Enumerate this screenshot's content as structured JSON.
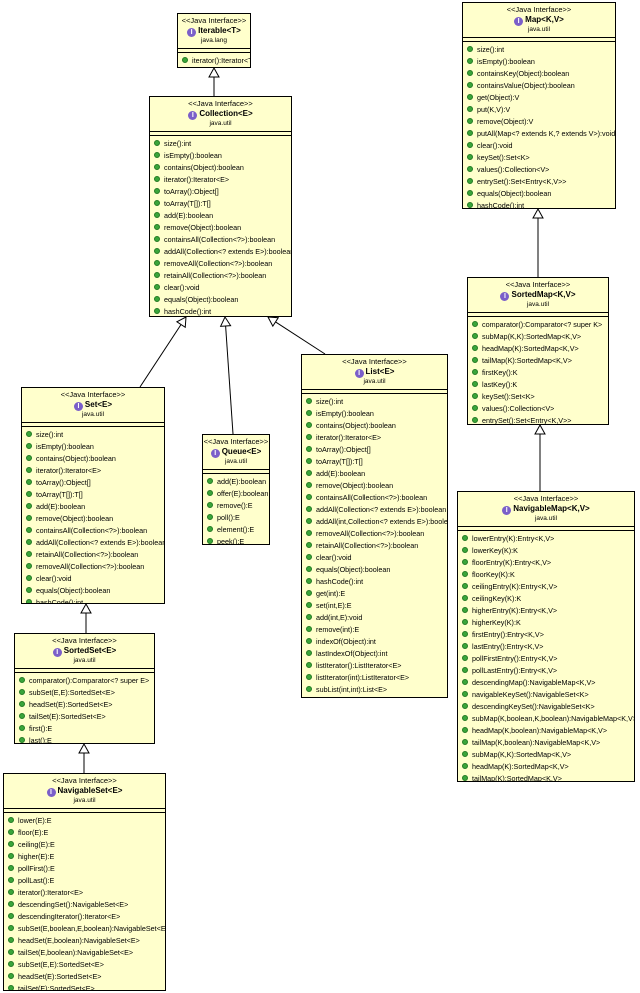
{
  "stereotype": "<<Java Interface>>",
  "interfaces": [
    {
      "id": "iterable",
      "name": "Iterable<T>",
      "package": "java.lang",
      "methods": [
        "iterator():Iterator<T>"
      ]
    },
    {
      "id": "collection",
      "name": "Collection<E>",
      "package": "java.util",
      "methods": [
        "size():int",
        "isEmpty():boolean",
        "contains(Object):boolean",
        "iterator():Iterator<E>",
        "toArray():Object[]",
        "toArray(T[]):T[]",
        "add(E):boolean",
        "remove(Object):boolean",
        "containsAll(Collection<?>):boolean",
        "addAll(Collection<? extends E>):boolean",
        "removeAll(Collection<?>):boolean",
        "retainAll(Collection<?>):boolean",
        "clear():void",
        "equals(Object):boolean",
        "hashCode():int"
      ]
    },
    {
      "id": "set",
      "name": "Set<E>",
      "package": "java.util",
      "methods": [
        "size():int",
        "isEmpty():boolean",
        "contains(Object):boolean",
        "iterator():Iterator<E>",
        "toArray():Object[]",
        "toArray(T[]):T[]",
        "add(E):boolean",
        "remove(Object):boolean",
        "containsAll(Collection<?>):boolean",
        "addAll(Collection<? extends E>):boolean",
        "retainAll(Collection<?>):boolean",
        "removeAll(Collection<?>):boolean",
        "clear():void",
        "equals(Object):boolean",
        "hashCode():int"
      ]
    },
    {
      "id": "queue",
      "name": "Queue<E>",
      "package": "java.util",
      "methods": [
        "add(E):boolean",
        "offer(E):boolean",
        "remove():E",
        "poll():E",
        "element():E",
        "peek():E"
      ]
    },
    {
      "id": "list",
      "name": "List<E>",
      "package": "java.util",
      "methods": [
        "size():int",
        "isEmpty():boolean",
        "contains(Object):boolean",
        "iterator():Iterator<E>",
        "toArray():Object[]",
        "toArray(T[]):T[]",
        "add(E):boolean",
        "remove(Object):boolean",
        "containsAll(Collection<?>):boolean",
        "addAll(Collection<? extends E>):boolean",
        "addAll(int,Collection<? extends E>):boolean",
        "removeAll(Collection<?>):boolean",
        "retainAll(Collection<?>):boolean",
        "clear():void",
        "equals(Object):boolean",
        "hashCode():int",
        "get(int):E",
        "set(int,E):E",
        "add(int,E):void",
        "remove(int):E",
        "indexOf(Object):int",
        "lastIndexOf(Object):int",
        "listIterator():ListIterator<E>",
        "listIterator(int):ListIterator<E>",
        "subList(int,int):List<E>"
      ]
    },
    {
      "id": "sortedset",
      "name": "SortedSet<E>",
      "package": "java.util",
      "methods": [
        "comparator():Comparator<? super E>",
        "subSet(E,E):SortedSet<E>",
        "headSet(E):SortedSet<E>",
        "tailSet(E):SortedSet<E>",
        "first():E",
        "last():E"
      ]
    },
    {
      "id": "navigableset",
      "name": "NavigableSet<E>",
      "package": "java.util",
      "methods": [
        "lower(E):E",
        "floor(E):E",
        "ceiling(E):E",
        "higher(E):E",
        "pollFirst():E",
        "pollLast():E",
        "iterator():Iterator<E>",
        "descendingSet():NavigableSet<E>",
        "descendingIterator():Iterator<E>",
        "subSet(E,boolean,E,boolean):NavigableSet<E>",
        "headSet(E,boolean):NavigableSet<E>",
        "tailSet(E,boolean):NavigableSet<E>",
        "subSet(E,E):SortedSet<E>",
        "headSet(E):SortedSet<E>",
        "tailSet(E):SortedSet<E>"
      ]
    },
    {
      "id": "map",
      "name": "Map<K,V>",
      "package": "java.util",
      "methods": [
        "size():int",
        "isEmpty():boolean",
        "containsKey(Object):boolean",
        "containsValue(Object):boolean",
        "get(Object):V",
        "put(K,V):V",
        "remove(Object):V",
        "putAll(Map<? extends K,? extends V>):void",
        "clear():void",
        "keySet():Set<K>",
        "values():Collection<V>",
        "entrySet():Set<Entry<K,V>>",
        "equals(Object):boolean",
        "hashCode():int"
      ]
    },
    {
      "id": "sortedmap",
      "name": "SortedMap<K,V>",
      "package": "java.util",
      "methods": [
        "comparator():Comparator<? super K>",
        "subMap(K,K):SortedMap<K,V>",
        "headMap(K):SortedMap<K,V>",
        "tailMap(K):SortedMap<K,V>",
        "firstKey():K",
        "lastKey():K",
        "keySet():Set<K>",
        "values():Collection<V>",
        "entrySet():Set<Entry<K,V>>"
      ]
    },
    {
      "id": "navigablemap",
      "name": "NavigableMap<K,V>",
      "package": "java.util",
      "methods": [
        "lowerEntry(K):Entry<K,V>",
        "lowerKey(K):K",
        "floorEntry(K):Entry<K,V>",
        "floorKey(K):K",
        "ceilingEntry(K):Entry<K,V>",
        "ceilingKey(K):K",
        "higherEntry(K):Entry<K,V>",
        "higherKey(K):K",
        "firstEntry():Entry<K,V>",
        "lastEntry():Entry<K,V>",
        "pollFirstEntry():Entry<K,V>",
        "pollLastEntry():Entry<K,V>",
        "descendingMap():NavigableMap<K,V>",
        "navigableKeySet():NavigableSet<K>",
        "descendingKeySet():NavigableSet<K>",
        "subMap(K,boolean,K,boolean):NavigableMap<K,V>",
        "headMap(K,boolean):NavigableMap<K,V>",
        "tailMap(K,boolean):NavigableMap<K,V>",
        "subMap(K,K):SortedMap<K,V>",
        "headMap(K):SortedMap<K,V>",
        "tailMap(K):SortedMap<K,V>"
      ]
    }
  ],
  "inheritance": [
    {
      "from": "collection",
      "to": "iterable"
    },
    {
      "from": "set",
      "to": "collection"
    },
    {
      "from": "queue",
      "to": "collection"
    },
    {
      "from": "list",
      "to": "collection"
    },
    {
      "from": "sortedset",
      "to": "set"
    },
    {
      "from": "navigableset",
      "to": "sortedset"
    },
    {
      "from": "sortedmap",
      "to": "map"
    },
    {
      "from": "navigablemap",
      "to": "sortedmap"
    }
  ],
  "colors": {
    "box_fill": "#ffffcc",
    "border": "#000000",
    "method_dot": "#3aa53a",
    "interface_badge": "#7b5fc9"
  }
}
